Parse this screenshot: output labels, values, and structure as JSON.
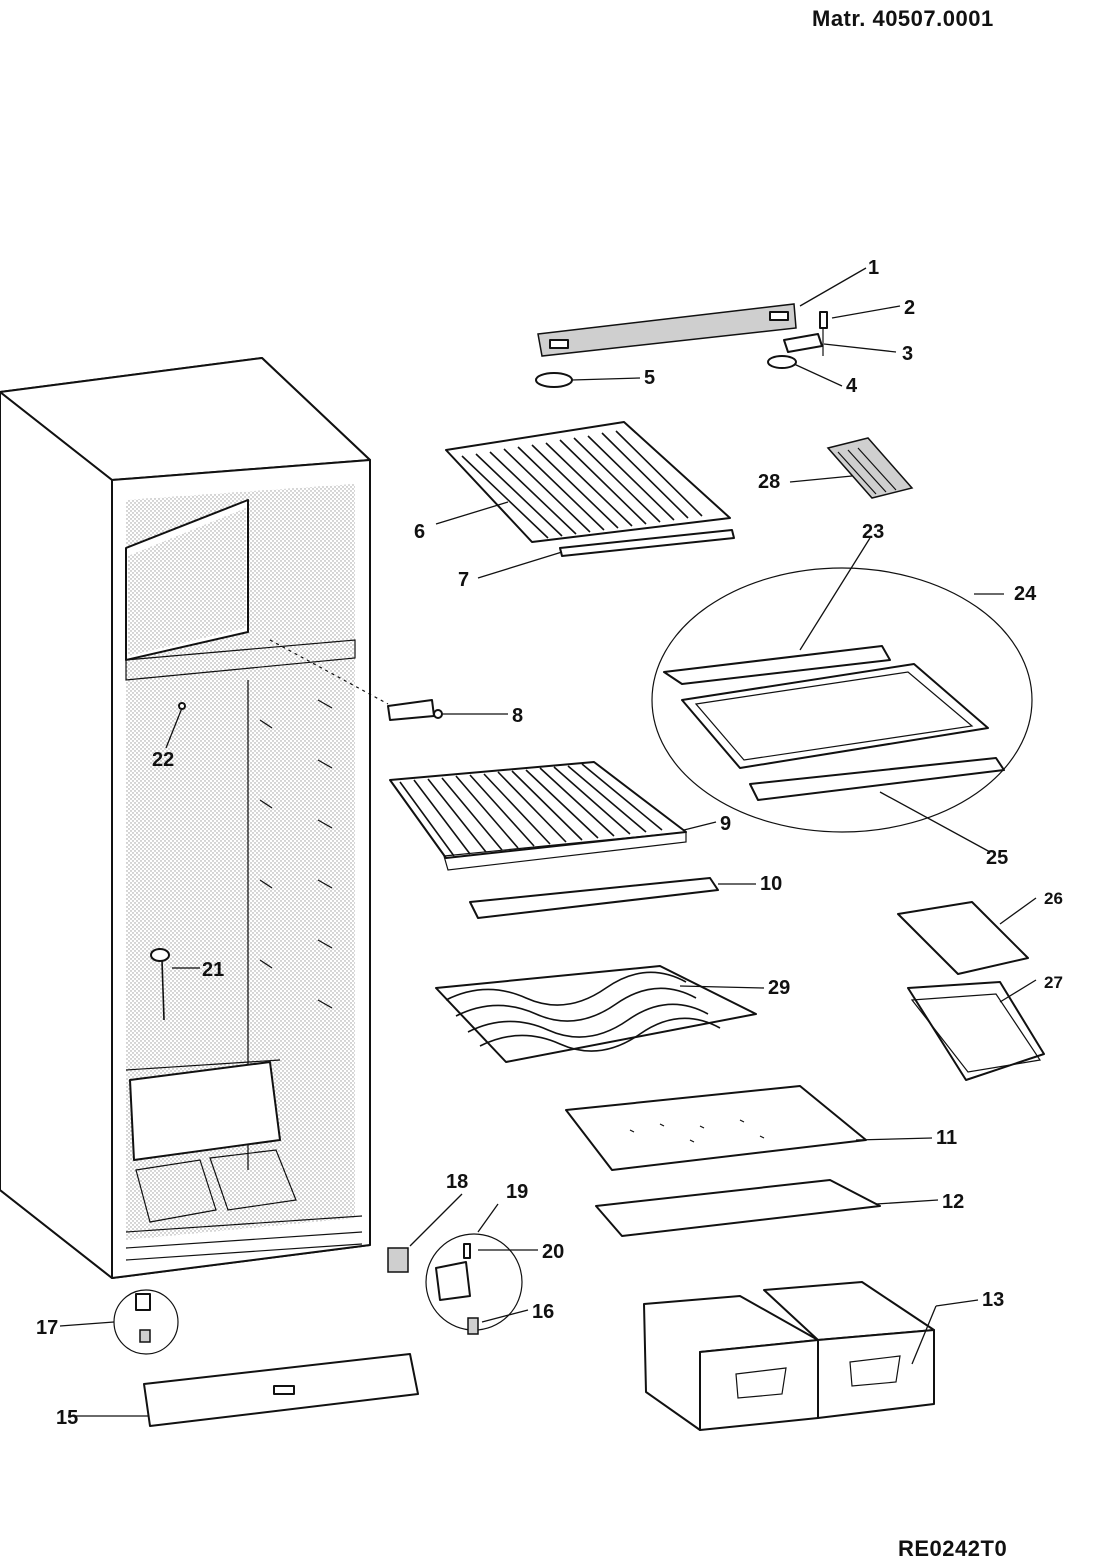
{
  "header": {
    "material_number": "Matr. 40507.0001"
  },
  "footer": {
    "drawing_code": "RE0242T0"
  },
  "callouts": [
    "1",
    "2",
    "3",
    "4",
    "5",
    "6",
    "7",
    "8",
    "9",
    "10",
    "11",
    "12",
    "13",
    "15",
    "16",
    "17",
    "18",
    "19",
    "20",
    "21",
    "22",
    "23",
    "24",
    "25",
    "26",
    "27",
    "28",
    "29"
  ]
}
